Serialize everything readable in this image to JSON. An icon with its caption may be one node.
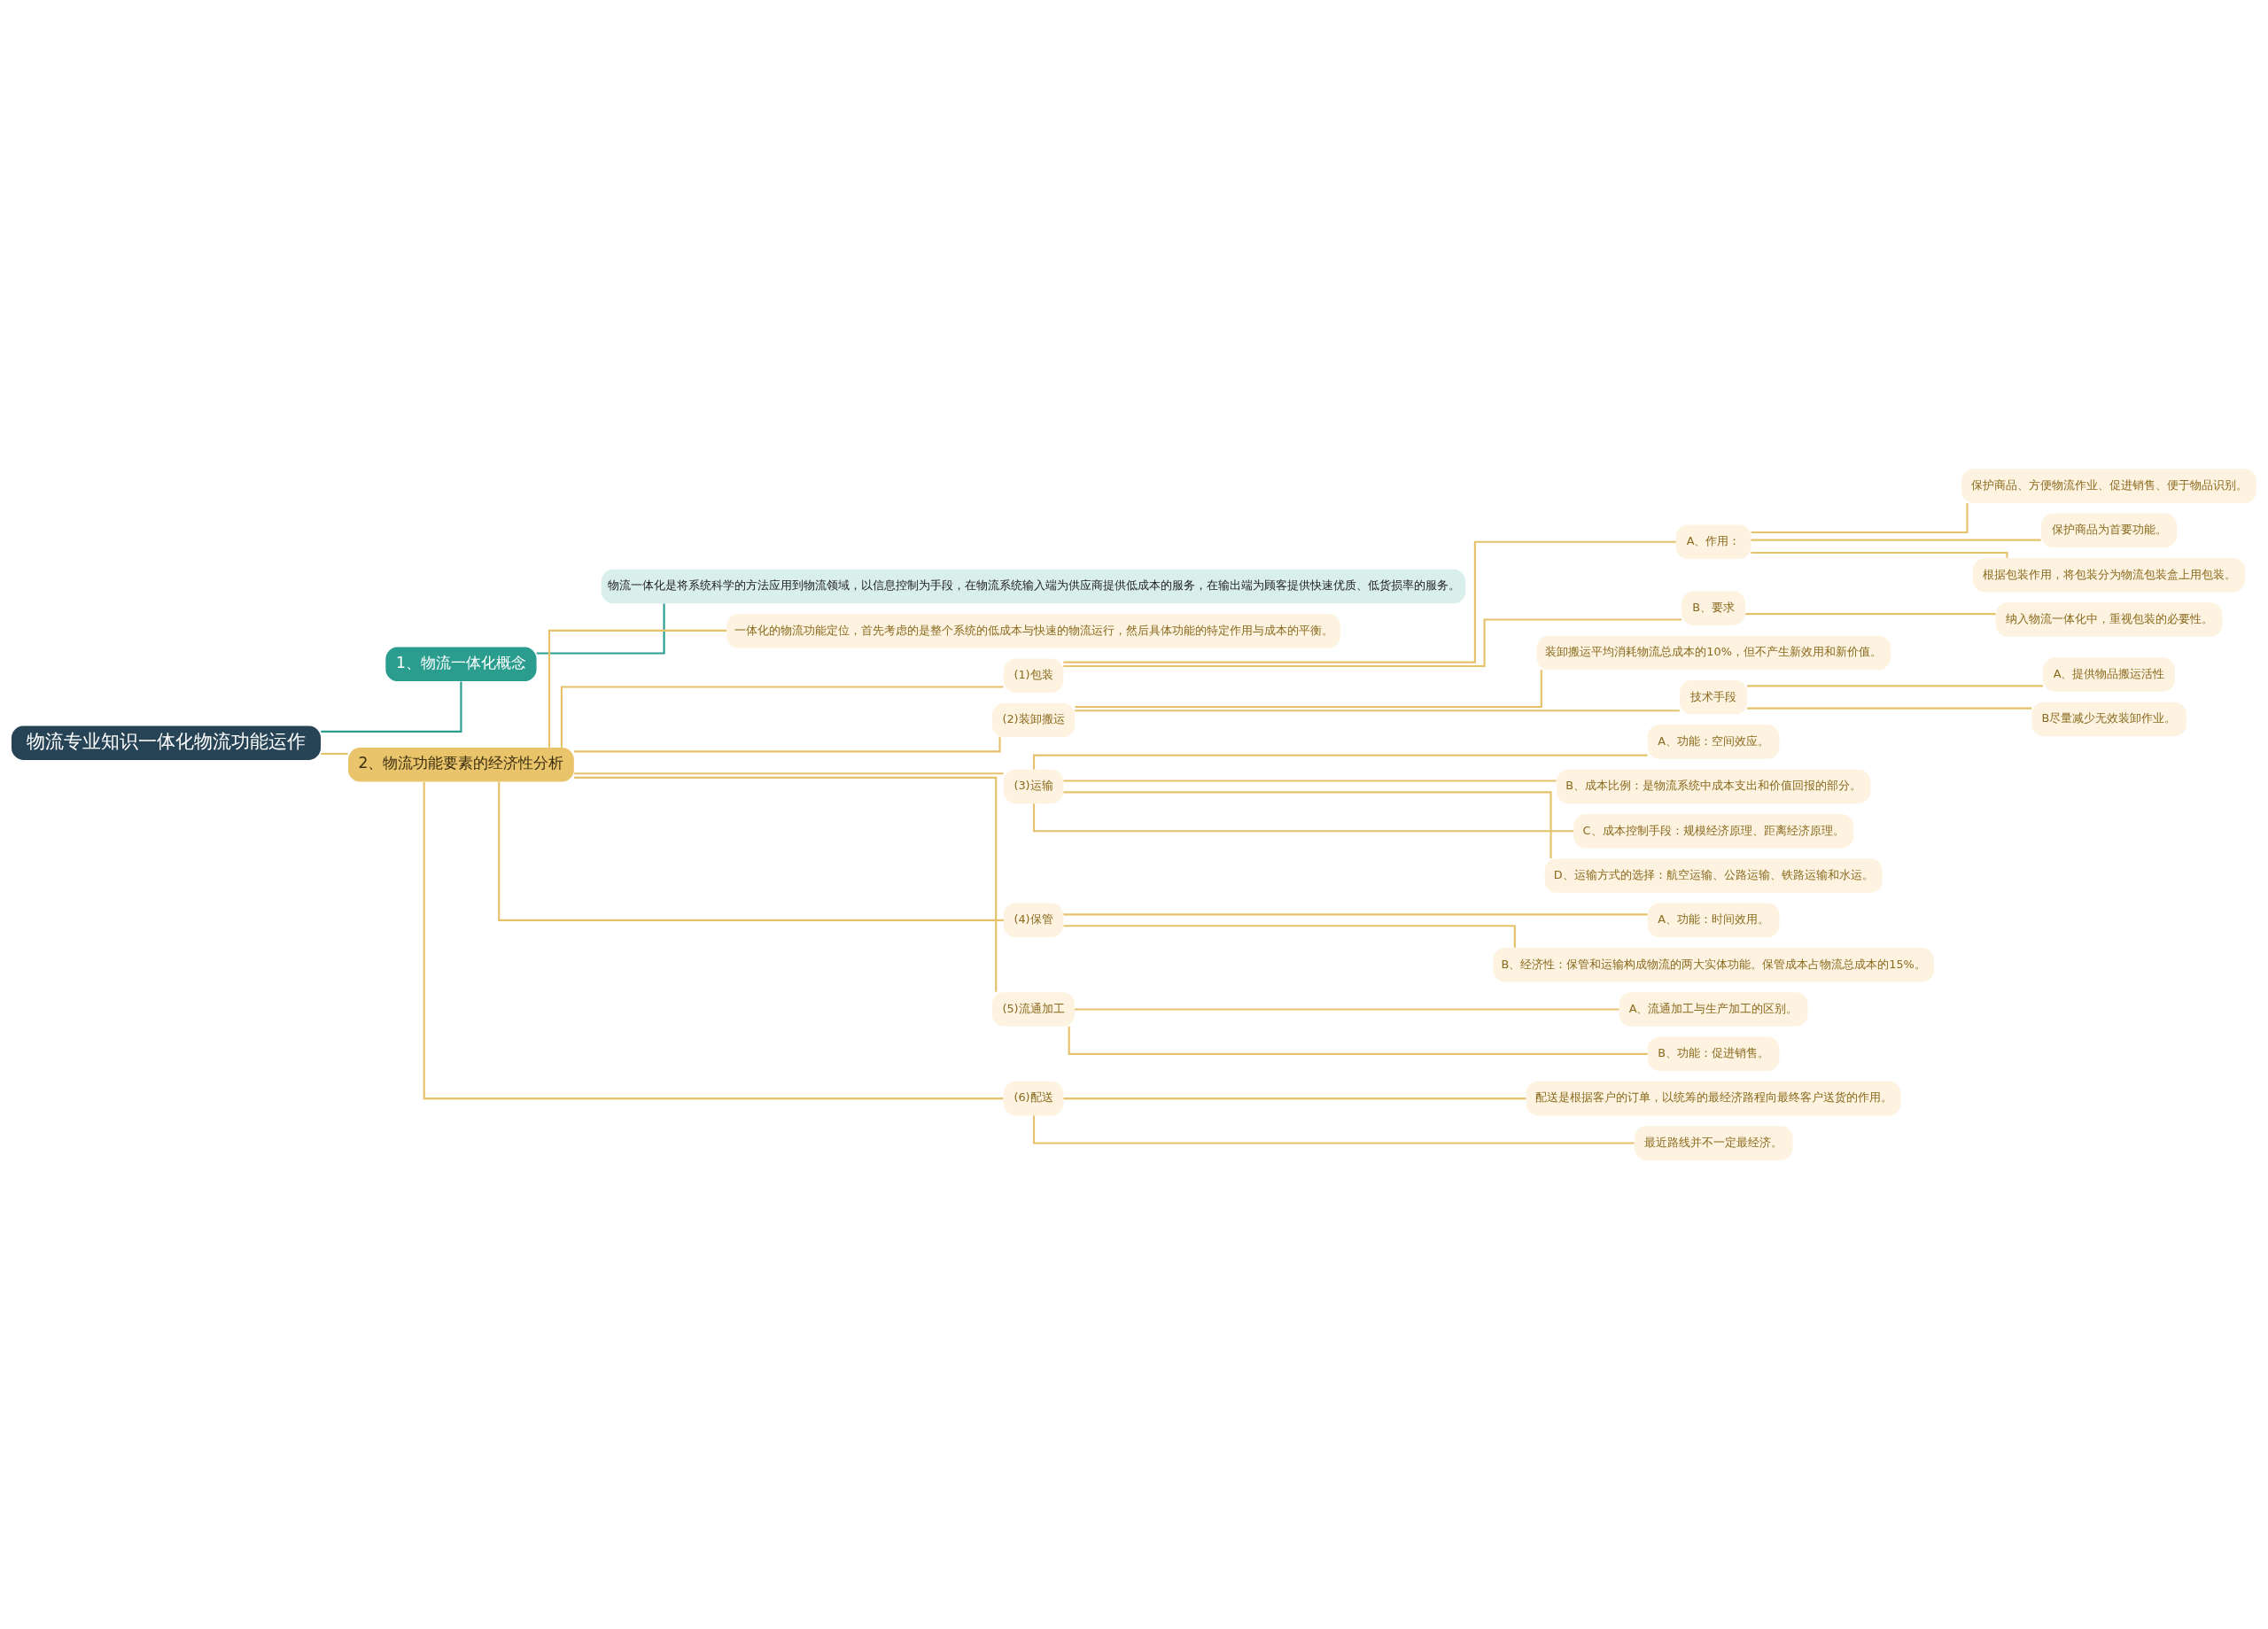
{
  "diagram": {
    "nodes": [
      {
        "text": [
          "物流专业知识一体化物流功能运作"
        ]
      },
      {
        "text": [
          "1、物流一体化概念"
        ]
      },
      {
        "text": [
          "物流一体化是将系统科学的方法应用到物流领域，以信息控制为手段，在物流系统输入端为供应商提供低成本的服务，在输出端为顾客提供快速优质、低货损率的服务。"
        ]
      },
      {
        "text": [
          "2、物流功能要素的经济性分析"
        ]
      },
      {
        "text": [
          "一体化的物流功能定位，首先考虑的是整个系统的低成本与快速的物流运行，然后具体功能的特定作用与成本的平衡。"
        ]
      },
      {
        "text": [
          "(1)包装"
        ]
      },
      {
        "text": [
          "A、作用："
        ]
      },
      {
        "text": [
          "保护商品、方便物流作业、促进销售、便于物品识别。"
        ]
      },
      {
        "text": [
          "保护商品为首要功能。"
        ]
      },
      {
        "text": [
          "根据包装作用，将包装分为物流包装盒上用包装。"
        ]
      },
      {
        "text": [
          "B、要求"
        ]
      },
      {
        "text": [
          "纳入物流一体化中，重视包装的必要性。"
        ]
      },
      {
        "text": [
          "(2)装卸搬运"
        ]
      },
      {
        "text": [
          "装卸搬运平均消耗物流总成本的10%，但不产生新效用和新价值。"
        ]
      },
      {
        "text": [
          "技术手段"
        ]
      },
      {
        "text": [
          "A、提供物品搬运活性"
        ]
      },
      {
        "text": [
          "B尽量减少无效装卸作业。"
        ]
      },
      {
        "text": [
          "(3)运输"
        ]
      },
      {
        "text": [
          "A、功能：空间效应。"
        ]
      },
      {
        "text": [
          "B、成本比例：是物流系统中成本支出和价值回报的部分。"
        ]
      },
      {
        "text": [
          "C、成本控制手段：规模经济原理、距离经济原理。"
        ]
      },
      {
        "text": [
          "D、运输方式的选择：航空运输、公路运输、铁路运输和水运。"
        ]
      },
      {
        "text": [
          "(4)保管"
        ]
      },
      {
        "text": [
          "A、功能：时间效用。"
        ]
      },
      {
        "text": [
          "B、经济性：保管和运输构成物流的两大实体功能。保管成本占物流总成本的15%。"
        ]
      },
      {
        "text": [
          "(5)流通加工"
        ]
      },
      {
        "text": [
          "A、流通加工与生产加工的区别。"
        ]
      },
      {
        "text": [
          "B、功能：促进销售。"
        ]
      },
      {
        "text": [
          "(6)配送"
        ]
      },
      {
        "text": [
          "配送是根据客户的订单，以统筹的最经济路程向最终客户送货的作用。"
        ]
      },
      {
        "text": [
          "最近路线并不一定最经济。"
        ]
      }
    ],
    "edges": [
      {
        "from": 0,
        "to": 1,
        "arrow": "none",
        "color": "#2a9d8f"
      },
      {
        "from": 1,
        "to": 2,
        "arrow": "none",
        "color": "#2a9d8f"
      },
      {
        "from": 0,
        "to": 3,
        "arrow": "none"
      },
      {
        "from": 3,
        "to": 4,
        "arrow": "none"
      },
      {
        "from": 3,
        "to": 5,
        "arrow": "none"
      },
      {
        "from": 5,
        "to": 6,
        "arrow": "none"
      },
      {
        "from": 6,
        "to": 7,
        "arrow": "none"
      },
      {
        "from": 6,
        "to": 8,
        "arrow": "none"
      },
      {
        "from": 6,
        "to": 9,
        "arrow": "none"
      },
      {
        "from": 5,
        "to": 10,
        "arrow": "none"
      },
      {
        "from": 10,
        "to": 11,
        "arrow": "none"
      },
      {
        "from": 3,
        "to": 12,
        "arrow": "none"
      },
      {
        "from": 12,
        "to": 13,
        "arrow": "none"
      },
      {
        "from": 12,
        "to": 14,
        "arrow": "none"
      },
      {
        "from": 14,
        "to": 15,
        "arrow": "none"
      },
      {
        "from": 14,
        "to": 16,
        "arrow": "none"
      },
      {
        "from": 3,
        "to": 17,
        "arrow": "none"
      },
      {
        "from": 17,
        "to": 18,
        "arrow": "none"
      },
      {
        "from": 17,
        "to": 19,
        "arrow": "none"
      },
      {
        "from": 17,
        "to": 20,
        "arrow": "none"
      },
      {
        "from": 17,
        "to": 21,
        "arrow": "none"
      },
      {
        "from": 3,
        "to": 22,
        "arrow": "none"
      },
      {
        "from": 22,
        "to": 23,
        "arrow": "none"
      },
      {
        "from": 22,
        "to": 24,
        "arrow": "none"
      },
      {
        "from": 3,
        "to": 25,
        "arrow": "none"
      },
      {
        "from": 25,
        "to": 26,
        "arrow": "none"
      },
      {
        "from": 25,
        "to": 27,
        "arrow": "none"
      },
      {
        "from": 3,
        "to": 28,
        "arrow": "none"
      },
      {
        "from": 28,
        "to": 29,
        "arrow": "none"
      },
      {
        "from": 28,
        "to": 30,
        "arrow": "none"
      }
    ]
  }
}
